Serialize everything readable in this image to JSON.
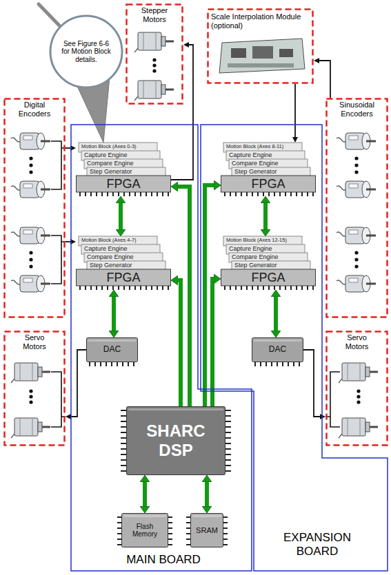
{
  "diagram": {
    "nodes": [
      {
        "text": [
          "See Figure 6-6 for Motion Block details."
        ]
      },
      {
        "text": [
          "Stepper Motors"
        ]
      },
      {
        "text": [
          "Scale Interpolation Module (optional)"
        ]
      },
      {
        "text": [
          "Digital Encoders"
        ]
      },
      {
        "text": [
          "Sinusoidal Encoders"
        ]
      },
      {
        "text": [
          "MAIN BOARD"
        ]
      },
      {
        "text": [
          "Motion Block (Axes 0-3)",
          "Capture Engine",
          "Compare Engine",
          "Step Generator",
          "FPGA"
        ],
        "in": 5
      },
      {
        "text": [
          "Motion Block (Axes 4-7)",
          "Capture Engine",
          "Compare Engine",
          "Step Generator",
          "FPGA"
        ],
        "in": 5
      },
      {
        "text": [
          "DAC"
        ],
        "in": 5
      },
      {
        "text": [
          "SHARC DSP"
        ],
        "in": 5
      },
      {
        "text": [
          "Flash Memory"
        ],
        "in": 5
      },
      {
        "text": [
          "SRAM"
        ],
        "in": 5
      },
      {
        "text": [
          "EXPANSION BOARD"
        ]
      },
      {
        "text": [
          "Motion Block (Axes 8-11)",
          "Capture Engine",
          "Compare Engine",
          "Step Generator",
          "FPGA"
        ],
        "in": 12
      },
      {
        "text": [
          "Motion Block (Axes 12-15)",
          "Capture Engine",
          "Compare Engine",
          "Step Generator",
          "FPGA"
        ],
        "in": 12
      },
      {
        "text": [
          "DAC"
        ],
        "in": 12
      },
      {
        "text": [
          "Servo Motors"
        ]
      },
      {
        "text": [
          "Servo Motors"
        ]
      }
    ],
    "edges": [
      {
        "from": 3,
        "to": 6,
        "arrow": "to"
      },
      {
        "from": 3,
        "to": 7,
        "arrow": "to"
      },
      {
        "from": 6,
        "to": 1,
        "arrow": "to"
      },
      {
        "from": 4,
        "to": 2,
        "arrow": "to"
      },
      {
        "from": 2,
        "to": 13,
        "arrow": "to"
      },
      {
        "from": 6,
        "to": 7,
        "arrow": "both"
      },
      {
        "from": 7,
        "to": 8,
        "arrow": "both"
      },
      {
        "from": 8,
        "to": 16,
        "arrow": "to"
      },
      {
        "from": 9,
        "to": 6,
        "arrow": "to"
      },
      {
        "from": 9,
        "to": 7,
        "arrow": "to"
      },
      {
        "from": 9,
        "to": 13,
        "arrow": "to"
      },
      {
        "from": 9,
        "to": 14,
        "arrow": "to"
      },
      {
        "from": 13,
        "to": 14,
        "arrow": "both"
      },
      {
        "from": 14,
        "to": 15,
        "arrow": "both"
      },
      {
        "from": 15,
        "to": 17,
        "arrow": "to"
      },
      {
        "from": 9,
        "to": 10,
        "arrow": "both"
      },
      {
        "from": 9,
        "to": 11,
        "arrow": "both"
      },
      {
        "from": 0,
        "to": 6,
        "arrow": "none"
      }
    ]
  }
}
